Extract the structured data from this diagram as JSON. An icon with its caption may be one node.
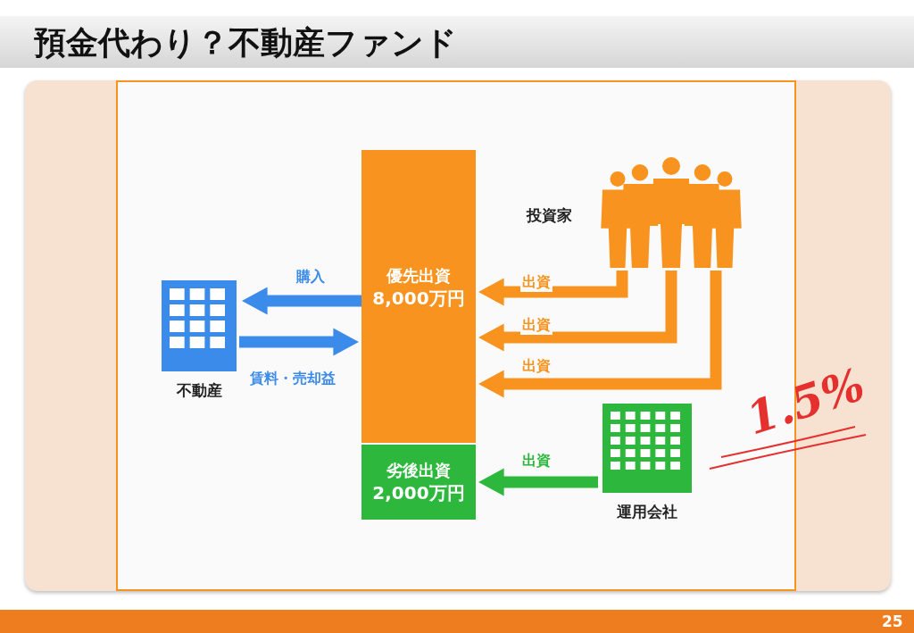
{
  "diagram": {
    "title": "預金代わり？不動産ファンド",
    "nodes": [
      {
        "text": [
          "優先出資",
          "8,000万円"
        ]
      },
      {
        "text": [
          "劣後出資",
          "2,000万円"
        ]
      },
      {
        "text": [
          "不動産"
        ]
      },
      {
        "text": [
          "投資家"
        ]
      },
      {
        "text": [
          "運用会社"
        ]
      }
    ],
    "edges": [
      {
        "from": 0,
        "to": 2,
        "arrow": "to",
        "label": "購入",
        "color": "#3b8beb"
      },
      {
        "from": 2,
        "to": 0,
        "arrow": "to",
        "label": "賃料・売却益",
        "color": "#3b8beb"
      },
      {
        "from": 3,
        "to": 0,
        "arrow": "to",
        "label": "出資"
      },
      {
        "from": 3,
        "to": 0,
        "arrow": "to",
        "label": "出資"
      },
      {
        "from": 3,
        "to": 0,
        "arrow": "to",
        "label": "出資"
      },
      {
        "from": 4,
        "to": 1,
        "arrow": "to",
        "label": "出資",
        "color": "#2db83d"
      }
    ],
    "labels": [
      "1.5%",
      "25"
    ]
  }
}
